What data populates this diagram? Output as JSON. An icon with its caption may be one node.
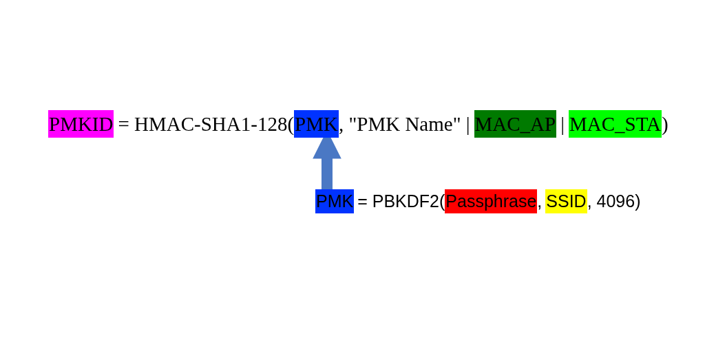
{
  "diagram": {
    "nodes": [
      {
        "text": [
          "PMKID"
        ]
      },
      {
        "text": [
          "PMK"
        ]
      },
      {
        "text": [
          "MAC_AP"
        ]
      },
      {
        "text": [
          "MAC_STA"
        ]
      },
      {
        "text": [
          "PMK"
        ]
      },
      {
        "text": [
          "Passphrase"
        ]
      },
      {
        "text": [
          "SSID"
        ]
      }
    ],
    "edges": [
      {
        "from": 4,
        "to": 1,
        "arrow": "to"
      }
    ],
    "labels": [
      "= HMAC-SHA1-128(",
      ", \"PMK Name\" |",
      "|",
      ")",
      "= PBKDF2(",
      ",",
      ", 4096)"
    ]
  }
}
